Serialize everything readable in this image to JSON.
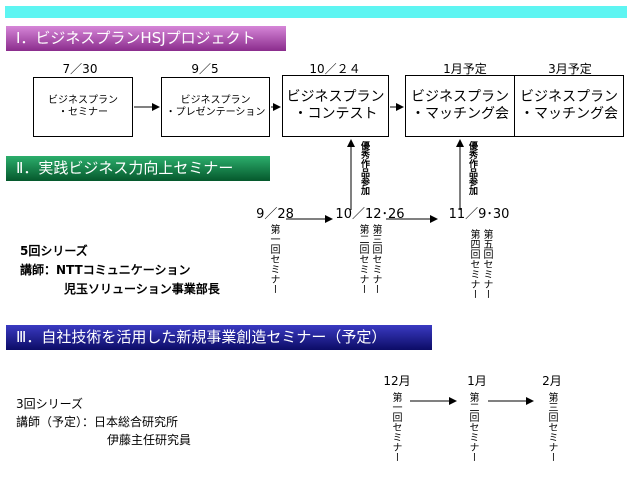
{
  "section1": {
    "title": "Ⅰ．ビジネスプランHSJプロジェクト",
    "dates": [
      "7／30",
      "9／5",
      "10／２４",
      "1月予定",
      "3月予定"
    ],
    "boxes": [
      {
        "line1": "ビジネスプラン",
        "line2": "・セミナー"
      },
      {
        "line1": "ビジネスプラン",
        "line2": "・プレゼンテーション"
      },
      {
        "line1": "ビジネスプラン",
        "line2": "・コンテスト"
      },
      {
        "line1": "ビジネスプラン",
        "line2": "・マッチング会"
      },
      {
        "line1": "ビジネスプラン",
        "line2": "・マッチング会"
      }
    ]
  },
  "section2": {
    "title": "Ⅱ．実践ビジネス力向上セミナー",
    "dates": [
      "9／28",
      "10／12･26",
      "11／9･30"
    ],
    "excellent_label_1": "優秀作品参加",
    "excellent_label_2": "優秀作品参加",
    "series": "5回シリーズ",
    "lecturer_label": "講師：NTTコミュニケーション",
    "lecturer_line2": "児玉ソリューション事業部長",
    "seminars": [
      "第一回セミナー",
      "第二回セミナー",
      "第三回セミナー",
      "第四回セミナー",
      "第五回セミナー"
    ]
  },
  "section3": {
    "title": "Ⅲ．自社技術を活用した新規事業創造セミナー（予定）",
    "series": "3回シリーズ",
    "lecturer_label": "講師（予定）：日本総合研究所",
    "lecturer_line2": "伊藤主任研究員",
    "dates": [
      "12月",
      "1月",
      "2月"
    ],
    "seminars": [
      "第一回セミナー",
      "第二回セミナー",
      "第三回セミナー"
    ]
  }
}
